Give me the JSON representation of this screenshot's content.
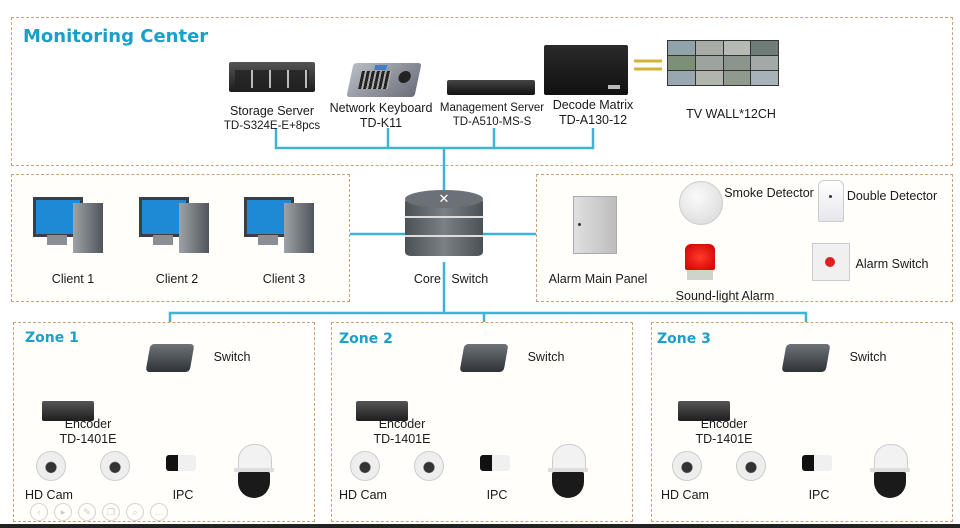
{
  "monitoring_center": {
    "title": "Monitoring Center",
    "devices": [
      {
        "name": "Storage Server",
        "model": "TD-S324E-E+8pcs"
      },
      {
        "name": "Network Keyboard",
        "model": "TD-K11"
      },
      {
        "name": "Management Server",
        "model": "TD-A510-MS-S"
      },
      {
        "name": "Decode Matrix",
        "model": "TD-A130-12"
      },
      {
        "name": "TV WALL*12CH",
        "model": ""
      }
    ]
  },
  "clients": [
    {
      "label": "Client 1"
    },
    {
      "label": "Client 2"
    },
    {
      "label": "Client 3"
    }
  ],
  "core": {
    "label": "Core   Switch"
  },
  "alarm": {
    "main_panel": "Alarm Main Panel",
    "smoke": "Smoke Detector",
    "double": "Double Detector",
    "sound_light": "Sound-light Alarm",
    "alarm_switch": "Alarm Switch"
  },
  "zones": [
    {
      "title": "Zone 1",
      "switch": "Switch",
      "encoder": "Encoder",
      "encoder_model": "TD-1401E",
      "hd_cam": "HD Cam",
      "ipc": "IPC"
    },
    {
      "title": "Zone 2",
      "switch": "Switch",
      "encoder": "Encoder",
      "encoder_model": "TD-1401E",
      "hd_cam": "HD Cam",
      "ipc": "IPC"
    },
    {
      "title": "Zone 3",
      "switch": "Switch",
      "encoder": "Encoder",
      "encoder_model": "TD-1401E",
      "hd_cam": "HD Cam",
      "ipc": "IPC"
    }
  ],
  "colors": {
    "wire": "#3fb3d3",
    "border": "#c9a27a",
    "title": "#1aa0c8",
    "tv_link": "#d4b23a"
  },
  "toolbar": {
    "icons": [
      "back-icon",
      "play-icon",
      "edit-icon",
      "copy-icon",
      "search-icon",
      "more-icon"
    ]
  }
}
